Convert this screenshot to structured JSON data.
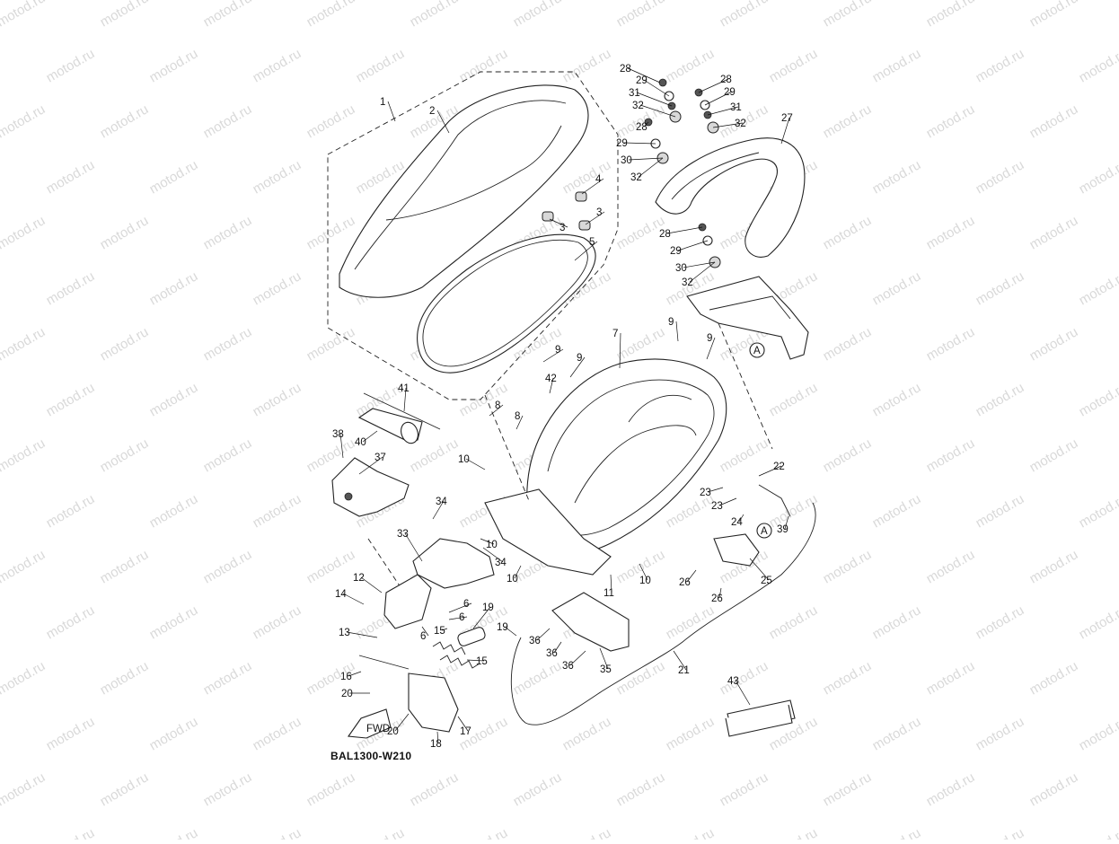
{
  "watermark": {
    "text": "motod.ru"
  },
  "diagram": {
    "code": "BAL1300-W210",
    "fwd_label": "FWD",
    "ref_marker": "A",
    "callouts": {
      "c1": "1",
      "c2": "2",
      "c3a": "3",
      "c3b": "3",
      "c4": "4",
      "c5": "5",
      "c6a": "6",
      "c6b": "6",
      "c6c": "6",
      "c7": "7",
      "c8a": "8",
      "c8b": "8",
      "c9a": "9",
      "c9b": "9",
      "c9c": "9",
      "c9d": "9",
      "c10a": "10",
      "c10b": "10",
      "c10c": "10",
      "c10d": "10",
      "c11": "11",
      "c12": "12",
      "c13": "13",
      "c14": "14",
      "c15a": "15",
      "c15b": "15",
      "c16": "16",
      "c17": "17",
      "c18": "18",
      "c19a": "19",
      "c19b": "19",
      "c20a": "20",
      "c20b": "20",
      "c21": "21",
      "c22": "22",
      "c23a": "23",
      "c23b": "23",
      "c24": "24",
      "c25": "25",
      "c26a": "26",
      "c26b": "26",
      "c27": "27",
      "c28a": "28",
      "c28b": "28",
      "c28c": "28",
      "c28d": "28",
      "c29a": "29",
      "c29b": "29",
      "c29c": "29",
      "c29d": "29",
      "c30a": "30",
      "c30b": "30",
      "c31a": "31",
      "c31b": "31",
      "c32a": "32",
      "c32b": "32",
      "c32c": "32",
      "c32d": "32",
      "c33": "33",
      "c34a": "34",
      "c34b": "34",
      "c35": "35",
      "c36a": "36",
      "c36b": "36",
      "c36c": "36",
      "c37": "37",
      "c38": "38",
      "c39": "39",
      "c40": "40",
      "c41": "41",
      "c42": "42",
      "c43": "43"
    }
  }
}
